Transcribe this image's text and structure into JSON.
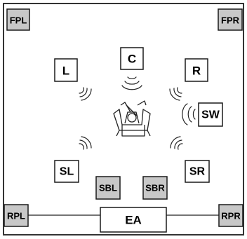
{
  "colors": {
    "frame": "#333333",
    "box_white": "#ffffff",
    "box_gray": "#c8c8c8"
  },
  "speakers": {
    "fpl": "FPL",
    "fpr": "FPR",
    "l": "L",
    "c": "C",
    "r": "R",
    "sw": "SW",
    "sl": "SL",
    "sr": "SR",
    "sbl": "SBL",
    "sbr": "SBR",
    "rpl": "RPL",
    "rpr": "RPR",
    "ea": "EA"
  },
  "icons": {
    "listener": "seated-listener-icon",
    "sound_wave": "sound-wave-icon"
  }
}
